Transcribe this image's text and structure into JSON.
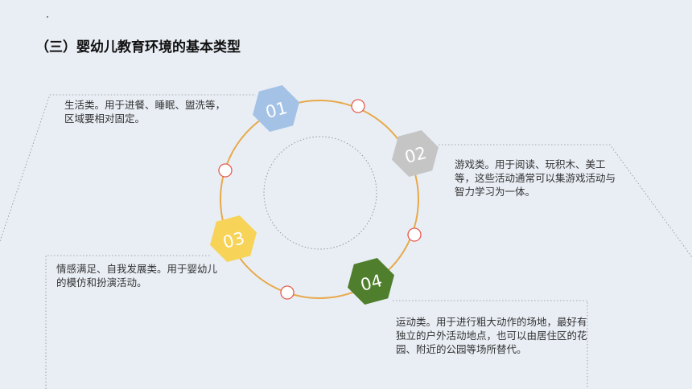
{
  "title": "（三）婴幼儿教育环境的基本类型",
  "items": [
    {
      "num": "01",
      "color": "#a3c2e6",
      "desc": "生活类。用于进餐、睡眠、盥洗等，区域要相对固定。"
    },
    {
      "num": "02",
      "color": "#c5c5c5",
      "desc": "游戏类。用于阅读、玩积木、美工等，这些活动通常可以集游戏活动与智力学习为一体。"
    },
    {
      "num": "03",
      "color": "#f7d358",
      "desc": "情感满足、自我发展类。用于婴幼儿的模仿和扮演活动。"
    },
    {
      "num": "04",
      "color": "#4f7f2c",
      "desc": "运动类。用于进行粗大动作的场地，最好有独立的户外活动地点，也可以由居住区的花园、附近的公园等场所替代。"
    }
  ],
  "colors": {
    "ring": "#e8a94a",
    "node_stroke": "#e65c4f",
    "dotted": "#8a8f96"
  }
}
